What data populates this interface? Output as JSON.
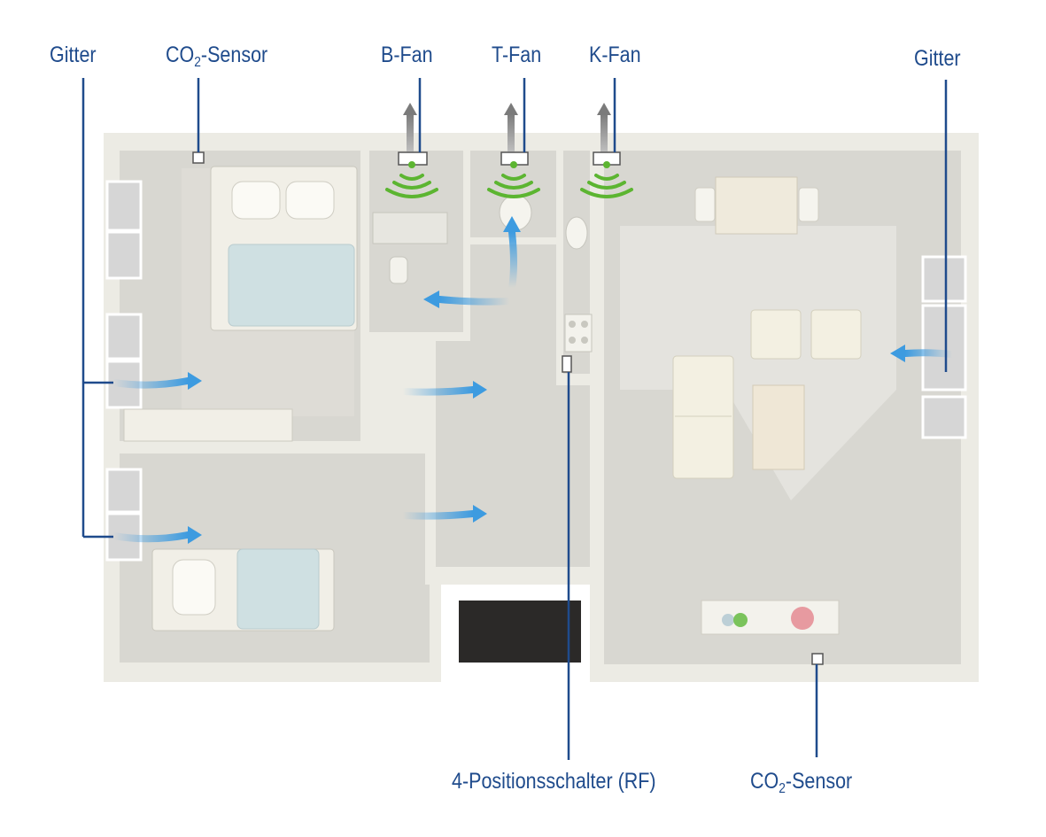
{
  "labels": {
    "gitter_left": "Gitter",
    "co2_sensor_top": {
      "prefix": "CO",
      "sub": "2",
      "suffix": "-Sensor"
    },
    "b_fan": "B-Fan",
    "t_fan": "T-Fan",
    "k_fan": "K-Fan",
    "gitter_right": "Gitter",
    "switch": "4-Positionsschalter (RF)",
    "co2_sensor_bottom": {
      "prefix": "CO",
      "sub": "2",
      "suffix": "-Sensor"
    }
  },
  "colors": {
    "label": "#1f4b8c",
    "leader_line": "#1f4b8c",
    "wifi": "#5cb531",
    "airflow": "#3d9be0",
    "wall": "#ecebe4",
    "floor": "#d7d6d0"
  }
}
